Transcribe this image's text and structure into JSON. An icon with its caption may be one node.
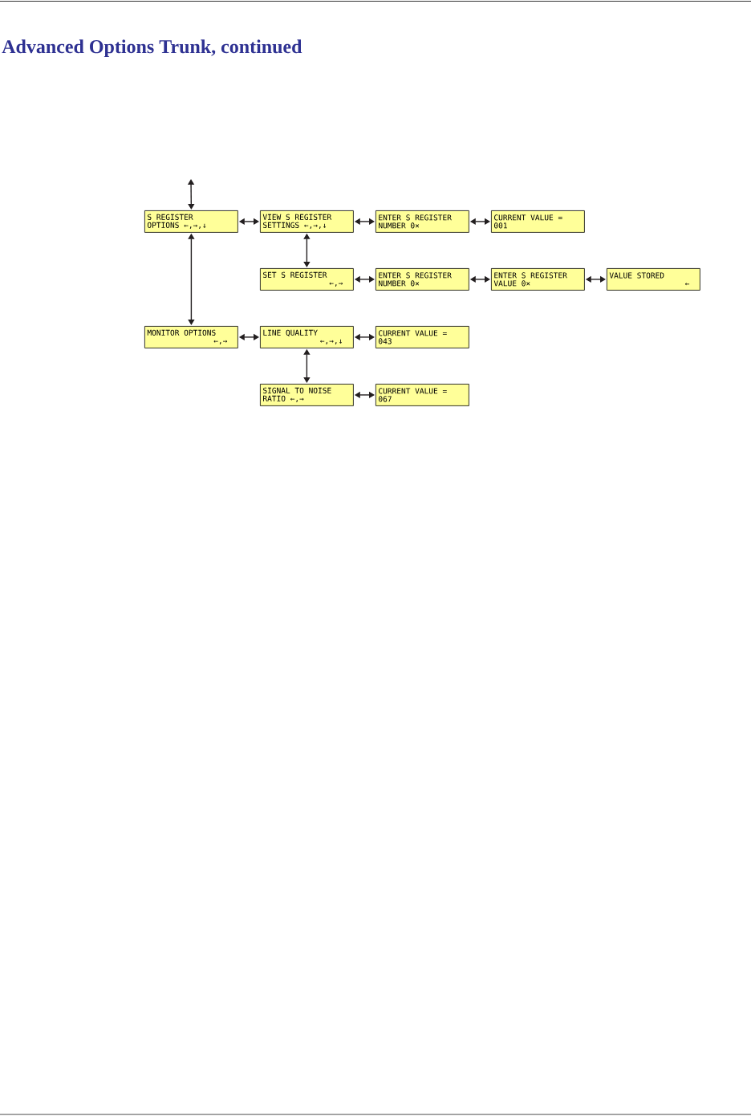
{
  "diagram": {
    "title": "Advanced Options Trunk, continued",
    "nodes": [
      {
        "text": [
          "S REGISTER",
          "OPTIONS ←,→,↓"
        ]
      },
      {
        "text": [
          "VIEW S REGISTER",
          "SETTINGS ←,→,↓"
        ]
      },
      {
        "text": [
          "ENTER S REGISTER",
          "NUMBER 0×"
        ]
      },
      {
        "text": [
          "CURRENT VALUE =",
          "001"
        ]
      },
      {
        "text": [
          "SET S REGISTER",
          "←,→"
        ]
      },
      {
        "text": [
          "ENTER S REGISTER",
          "NUMBER 0×"
        ]
      },
      {
        "text": [
          "ENTER S REGISTER",
          "VALUE 0×"
        ]
      },
      {
        "text": [
          "VALUE STORED",
          "←"
        ]
      },
      {
        "text": [
          "MONITOR OPTIONS",
          "←,→"
        ]
      },
      {
        "text": [
          "LINE QUALITY",
          "←,→,↓"
        ]
      },
      {
        "text": [
          "CURRENT VALUE =",
          "043"
        ]
      },
      {
        "text": [
          "SIGNAL TO NOISE",
          "RATIO ←,→"
        ]
      },
      {
        "text": [
          "CURRENT VALUE =",
          "067"
        ]
      }
    ],
    "edges": [
      {
        "from": null,
        "to": 0,
        "arrow": "both"
      },
      {
        "from": 0,
        "to": 1,
        "arrow": "both"
      },
      {
        "from": 1,
        "to": 2,
        "arrow": "both"
      },
      {
        "from": 2,
        "to": 3,
        "arrow": "both"
      },
      {
        "from": 1,
        "to": 4,
        "arrow": "both"
      },
      {
        "from": 4,
        "to": 5,
        "arrow": "both"
      },
      {
        "from": 5,
        "to": 6,
        "arrow": "both"
      },
      {
        "from": 6,
        "to": 7,
        "arrow": "both"
      },
      {
        "from": 0,
        "to": 8,
        "arrow": "both"
      },
      {
        "from": 8,
        "to": 9,
        "arrow": "both"
      },
      {
        "from": 9,
        "to": 10,
        "arrow": "both"
      },
      {
        "from": 9,
        "to": 11,
        "arrow": "both"
      },
      {
        "from": 11,
        "to": 12,
        "arrow": "both"
      }
    ]
  }
}
